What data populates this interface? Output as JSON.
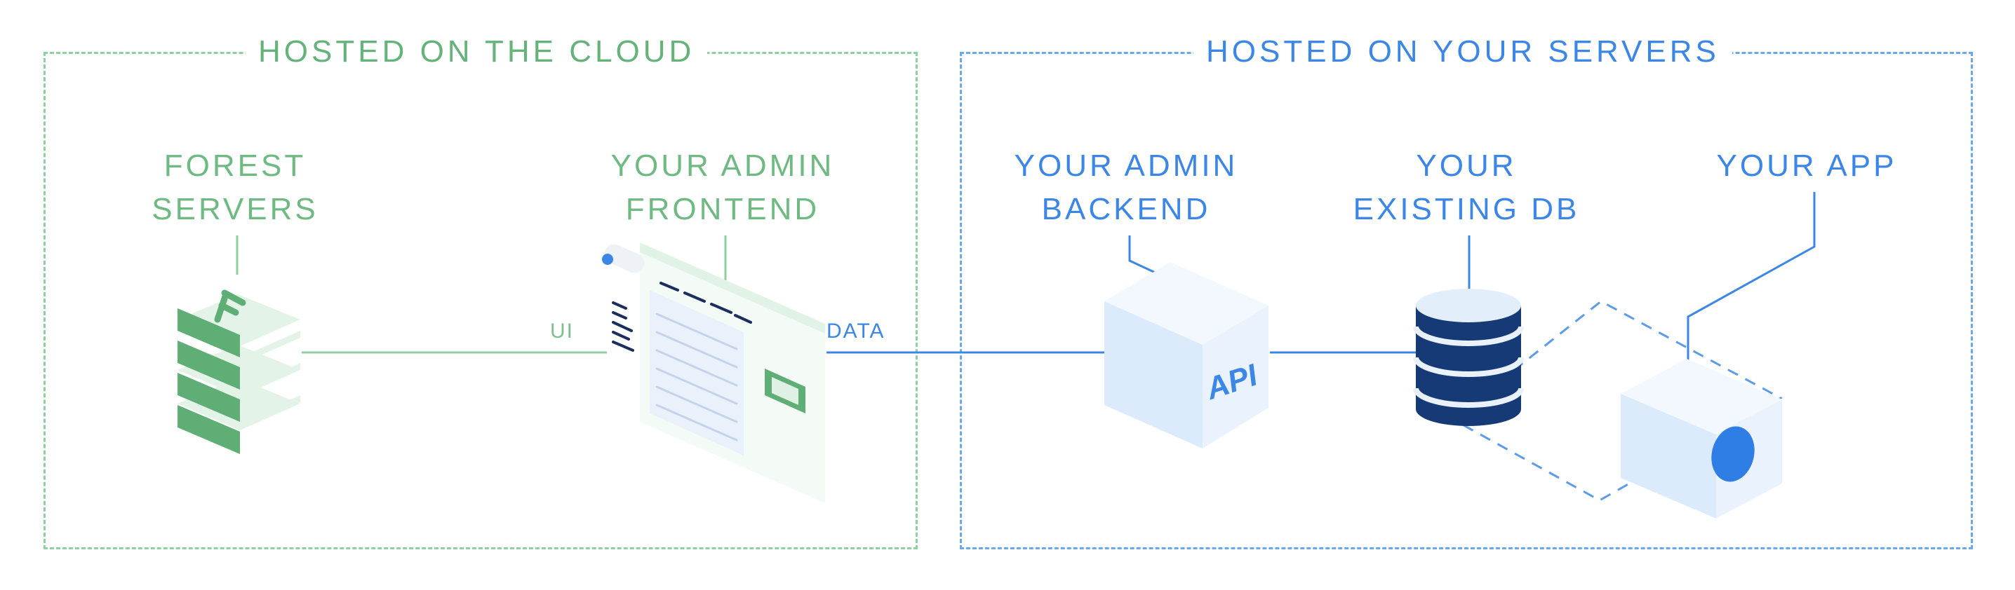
{
  "sections": {
    "cloud": {
      "title": "HOSTED ON THE CLOUD",
      "color": "#8fcfa0"
    },
    "servers": {
      "title": "HOSTED ON YOUR SERVERS",
      "color": "#6aa8ee"
    }
  },
  "nodes": {
    "forest_servers": {
      "line1": "FOREST",
      "line2": "SERVERS",
      "icon": "forest-logo-stack-icon"
    },
    "admin_frontend": {
      "line1": "YOUR ADMIN",
      "line2": "FRONTEND",
      "icon": "browser-window-icon"
    },
    "admin_backend": {
      "line1": "YOUR ADMIN",
      "line2": "BACKEND",
      "icon": "api-cube-icon",
      "cube_label": "API"
    },
    "existing_db": {
      "line1": "YOUR",
      "line2": "EXISTING DB",
      "icon": "database-icon"
    },
    "your_app": {
      "line1": "YOUR APP",
      "icon": "app-cube-icon"
    }
  },
  "edges": {
    "ui_label": "UI",
    "data_label": "DATA"
  }
}
